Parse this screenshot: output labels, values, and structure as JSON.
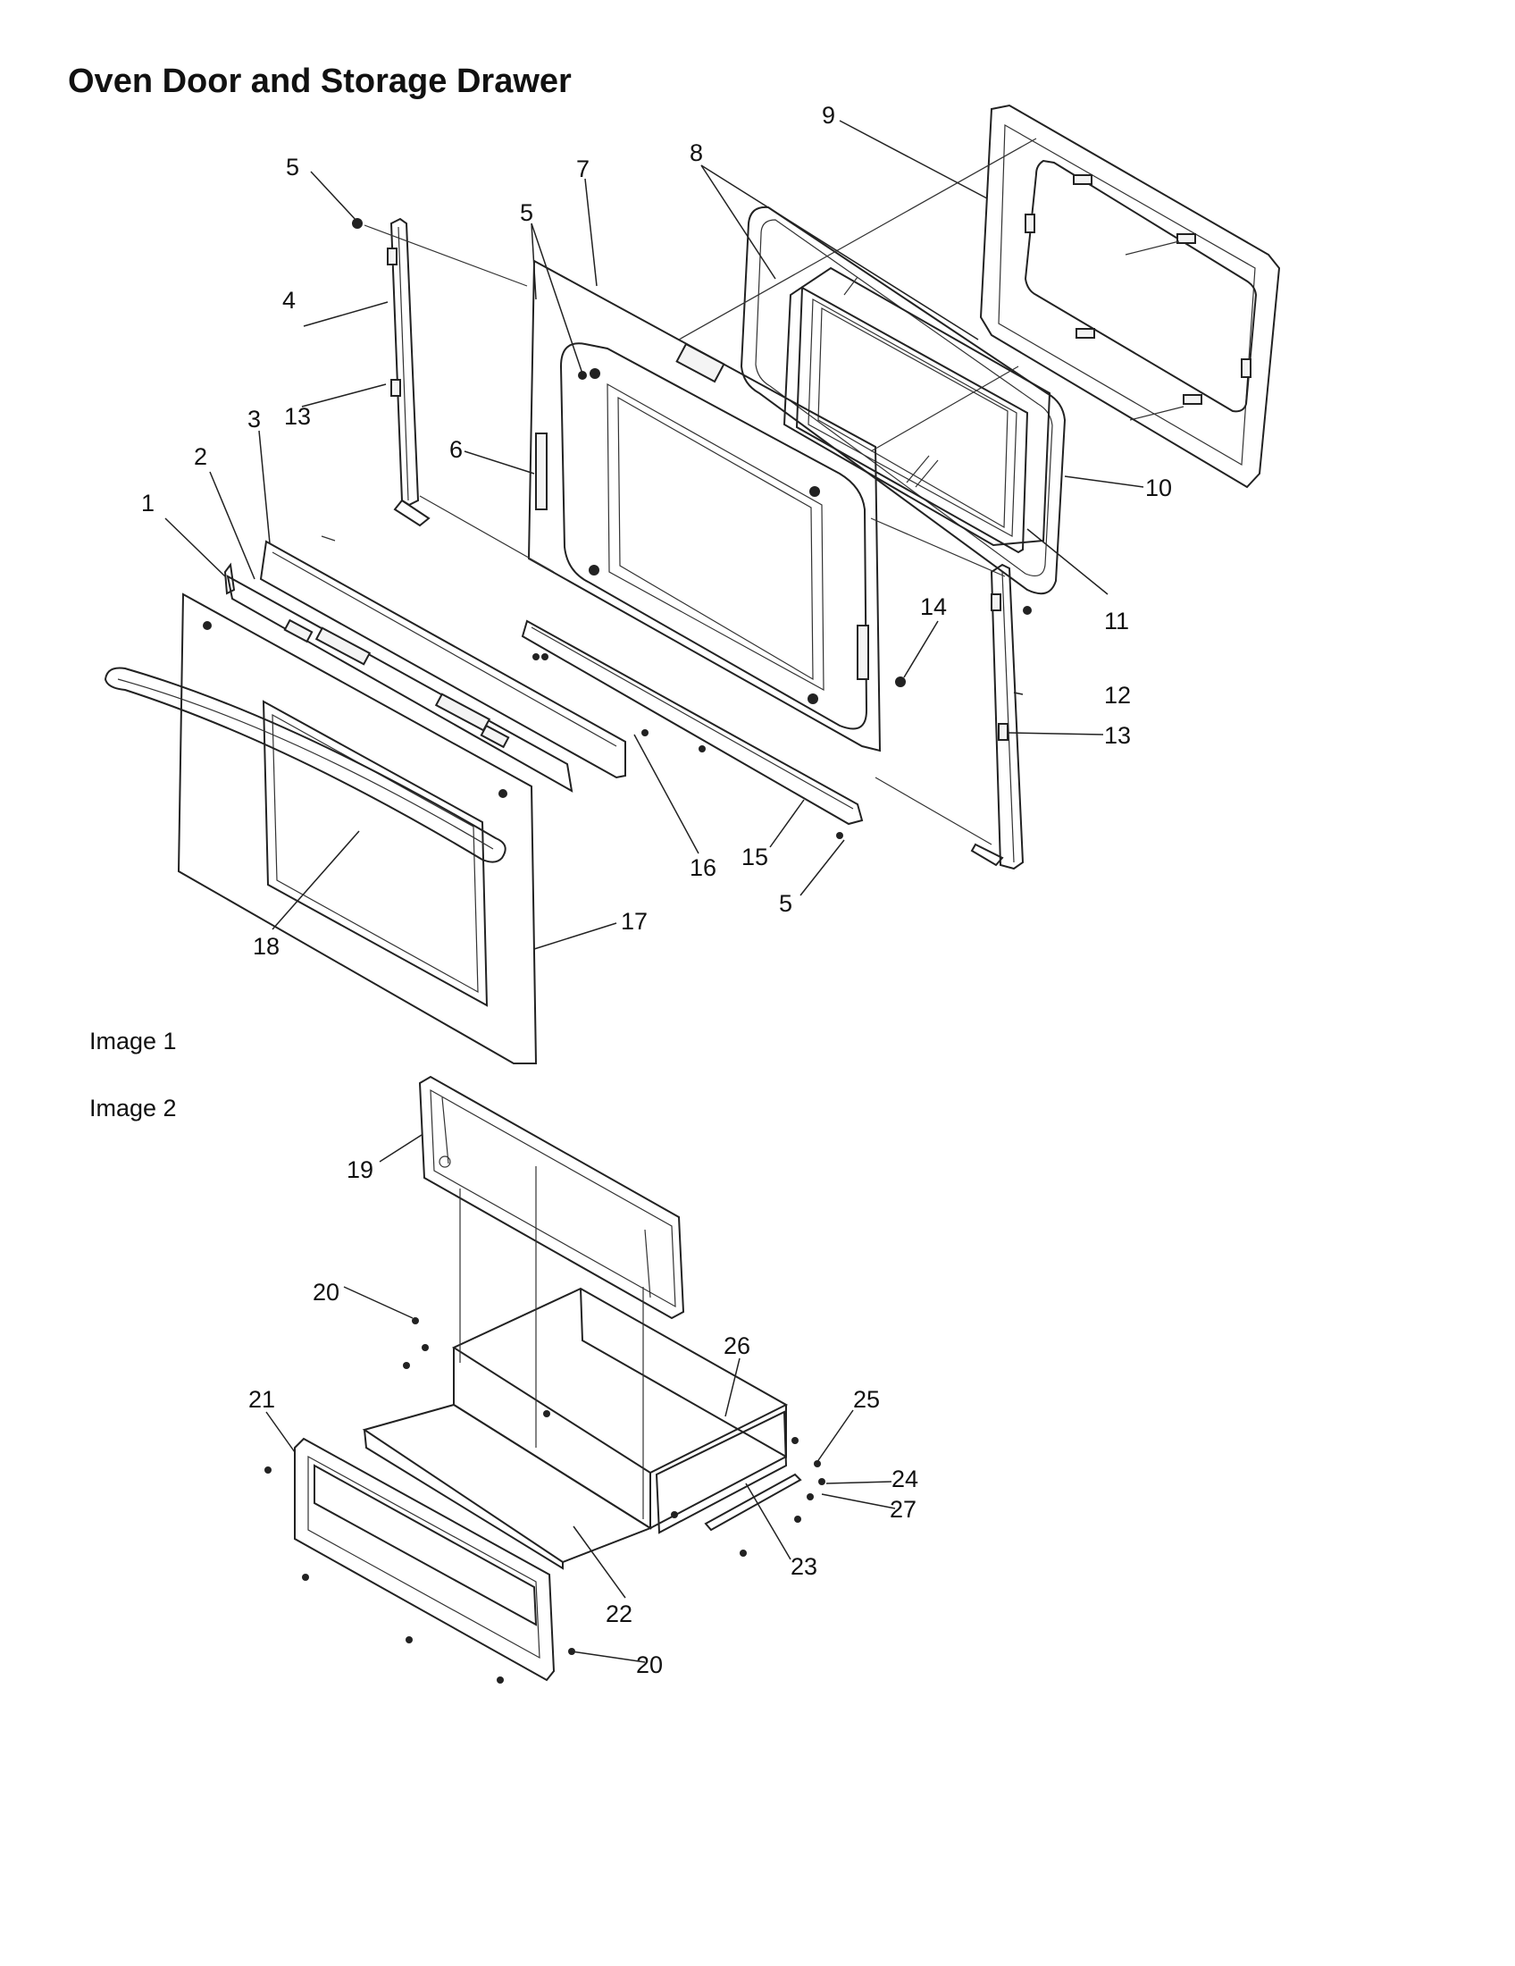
{
  "page_title": "Oven Door and Storage Drawer",
  "sections": [
    {
      "label": "Image 1"
    },
    {
      "label": "Image 2"
    }
  ],
  "callouts": {
    "c1": "1",
    "c2": "2",
    "c3": "3",
    "c4": "4",
    "c5a": "5",
    "c5b": "5",
    "c5c": "5",
    "c6": "6",
    "c7": "7",
    "c8": "8",
    "c9": "9",
    "c10": "10",
    "c11": "11",
    "c12": "12",
    "c13a": "13",
    "c13b": "13",
    "c14": "14",
    "c15": "15",
    "c16": "16",
    "c17": "17",
    "c18": "18",
    "c19": "19",
    "c20a": "20",
    "c20b": "20",
    "c21": "21",
    "c22": "22",
    "c23": "23",
    "c24": "24",
    "c25": "25",
    "c26": "26",
    "c27": "27"
  }
}
